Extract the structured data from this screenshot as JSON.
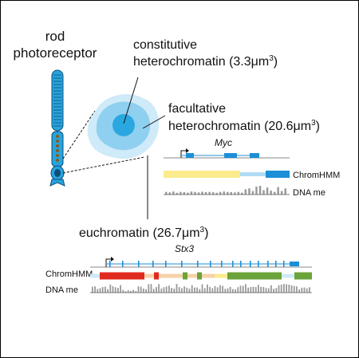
{
  "cell": {
    "title_line1": "rod",
    "title_line2": "photoreceptor"
  },
  "nucleus": {
    "constitutive_line1": "constitutive",
    "constitutive_line2": "heterochromatin (3.3",
    "constitutive_value_unit": "μm",
    "constitutive_exp": "3",
    "constitutive_close": ")",
    "facultative_line1": "facultative",
    "facultative_line2": "heterochromatin (20.6",
    "facultative_unit": "μm",
    "facultative_exp": "3",
    "facultative_close": ")",
    "euchromatin_text": "euchromatin (26.7",
    "euchromatin_unit": "μm",
    "euchromatin_exp": "3",
    "euchromatin_close": ")"
  },
  "tracks": {
    "myc": {
      "gene": "Myc",
      "chromhmm_label": "ChromHMM",
      "dnamethyl_label": "DNA me",
      "dnamethyl_bars": [
        0.3,
        0.25,
        0.35,
        0.2,
        0.3,
        0.28,
        0.22,
        0.35,
        0.3,
        0.25,
        0.32,
        0.28,
        0.3,
        0.26,
        0.2,
        0.3,
        0.35,
        0.3,
        0.28,
        0.25,
        0.3,
        0.22,
        0.6,
        0.7,
        0.4,
        0.9,
        1.0,
        0.5,
        0.8,
        0.45,
        0.3,
        0.85,
        0.4,
        0.7
      ]
    },
    "stx3": {
      "gene": "Stx3",
      "chromhmm_label": "ChromHMM",
      "dnamethyl_label": "DNA me"
    }
  },
  "colors": {
    "dark_blue": "#1c8fd6",
    "mid_blue": "#5bbbe8",
    "light_blue": "#aedcf5",
    "pale_blue": "#cfeaf8",
    "yellow": "#fbeb8c",
    "red": "#e02a1f",
    "green": "#6aa33a",
    "peach": "#f6d2a8",
    "grey": "#9a9a9a"
  }
}
